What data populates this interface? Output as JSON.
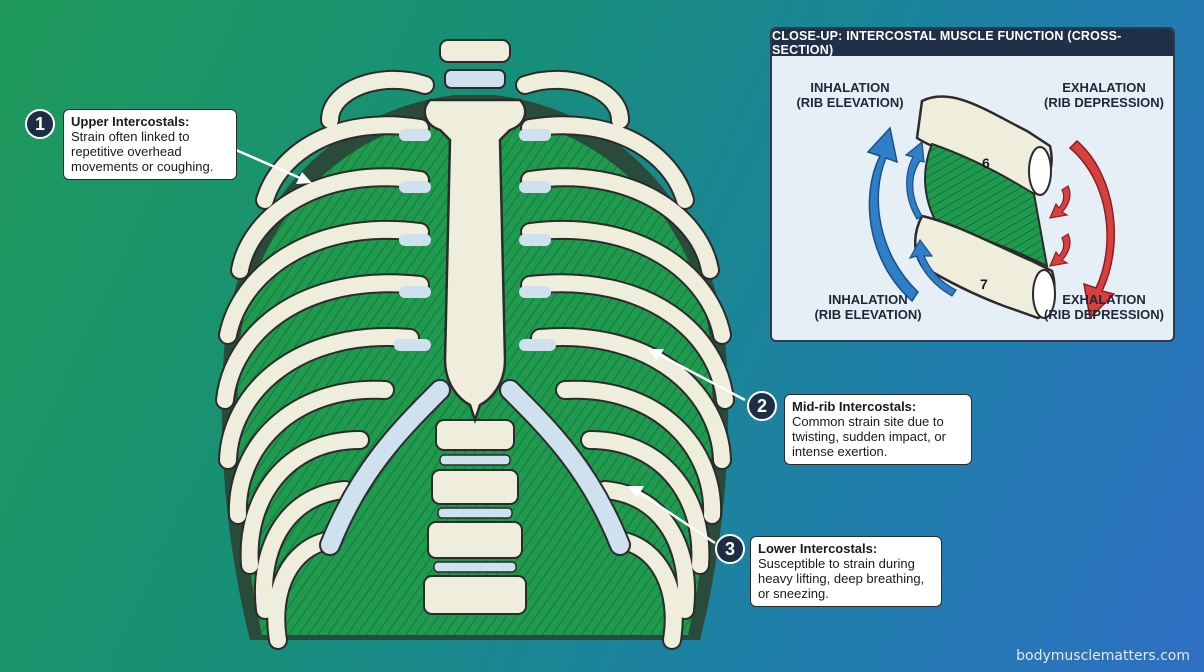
{
  "closeup": {
    "title": "CLOSE-UP: INTERCOSTAL MUSCLE FUNCTION (CROSS-SECTION)",
    "top_left_phase": "INHALATION\n(RIB ELEVATION)",
    "top_right_phase": "EXHALATION\n(RIB DEPRESSION)",
    "bottom_left_phase": "INHALATION\n(RIB ELEVATION)",
    "bottom_right_phase": "EXHALATION\n(RIB DEPRESSION)",
    "rib_upper_number": "6",
    "rib_lower_number": "7"
  },
  "callouts": [
    {
      "number": "1",
      "title": "Upper Intercostals:",
      "text": "Strain often linked to repetitive overhead movements or coughing."
    },
    {
      "number": "2",
      "title": "Mid-rib Intercostals:",
      "text": "Common strain site due to twisting, sudden impact, or intense exertion."
    },
    {
      "number": "3",
      "title": "Lower Intercostals:",
      "text": "Susceptible to strain during heavy lifting, deep breathing, or sneezing."
    }
  ],
  "watermark": "bodymusclematters.com",
  "colors": {
    "muscle": "#1f9a4e",
    "bone": "#efeedd",
    "cartilage": "#cfe0ee",
    "inhalation_arrow": "#2f7fc8",
    "exhalation_arrow": "#d84040"
  }
}
